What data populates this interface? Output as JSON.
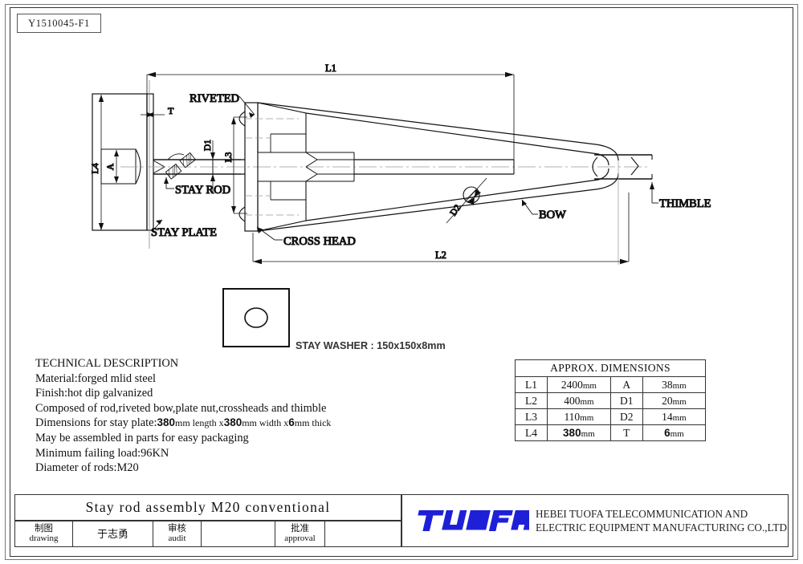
{
  "sheet": {
    "drawing_number": "Y1510045-F1"
  },
  "drawing": {
    "labels": {
      "riveted": "RIVETED",
      "stay_rod": "STAY ROD",
      "stay_plate": "STAY PLATE",
      "cross_head": "CROSS HEAD",
      "bow": "BOW",
      "thimble": "THIMBLE"
    },
    "dimension_marks": {
      "l1": "L1",
      "l2": "L2",
      "l3": "L3",
      "l4": "L4",
      "a": "A",
      "t": "T",
      "d1": "D1",
      "d2": "D2"
    },
    "washer_caption": "STAY WASHER : 150x150x8mm"
  },
  "technical_description": {
    "heading": "TECHNICAL DESCRIPTION",
    "lines": [
      "Material:forged mlid steel",
      "Finish:hot dip galvanized",
      "Composed of rod,riveted bow,plate nut,crossheads and thimble",
      "May be assembled in parts for easy packaging",
      "Minimum failing load:96KN",
      "Diameter of rods:M20"
    ],
    "stay_plate_line": {
      "prefix": "Dimensions for stay plate:",
      "length": "380",
      "mid1": "mm length x",
      "width": "380",
      "mid2": "mm width x",
      "thick": "6",
      "suffix": "mm thick"
    }
  },
  "dim_table": {
    "title": "APPROX. DIMENSIONS",
    "rows": [
      {
        "k1": "L1",
        "v1": "2400",
        "u1": "mm",
        "k2": "A",
        "v2": "38",
        "u2": "mm",
        "bold1": false,
        "bold2": false
      },
      {
        "k1": "L2",
        "v1": "400",
        "u1": "mm",
        "k2": "D1",
        "v2": "20",
        "u2": "mm",
        "bold1": false,
        "bold2": false
      },
      {
        "k1": "L3",
        "v1": "110",
        "u1": "mm",
        "k2": "D2",
        "v2": "14",
        "u2": "mm",
        "bold1": false,
        "bold2": false
      },
      {
        "k1": "L4",
        "v1": "380",
        "u1": "mm",
        "k2": "T",
        "v2": "6",
        "u2": "mm",
        "bold1": true,
        "bold2": true
      }
    ]
  },
  "title_block": {
    "title": "Stay rod assembly M20 conventional",
    "cells": [
      {
        "cn": "制图",
        "en": "drawing"
      },
      {
        "cn": "于志勇",
        "en": ""
      },
      {
        "cn": "审核",
        "en": "audit"
      },
      {
        "cn": "",
        "en": ""
      },
      {
        "cn": "批准",
        "en": "approval"
      },
      {
        "cn": "",
        "en": ""
      }
    ]
  },
  "company": {
    "logo_text": "TUOFA",
    "logo_color": "#1e20d8",
    "line1": "HEBEI TUOFA TELECOMMUNICATION AND",
    "line2": "ELECTRIC EQUIPMENT MANUFACTURING CO.,LTD"
  }
}
